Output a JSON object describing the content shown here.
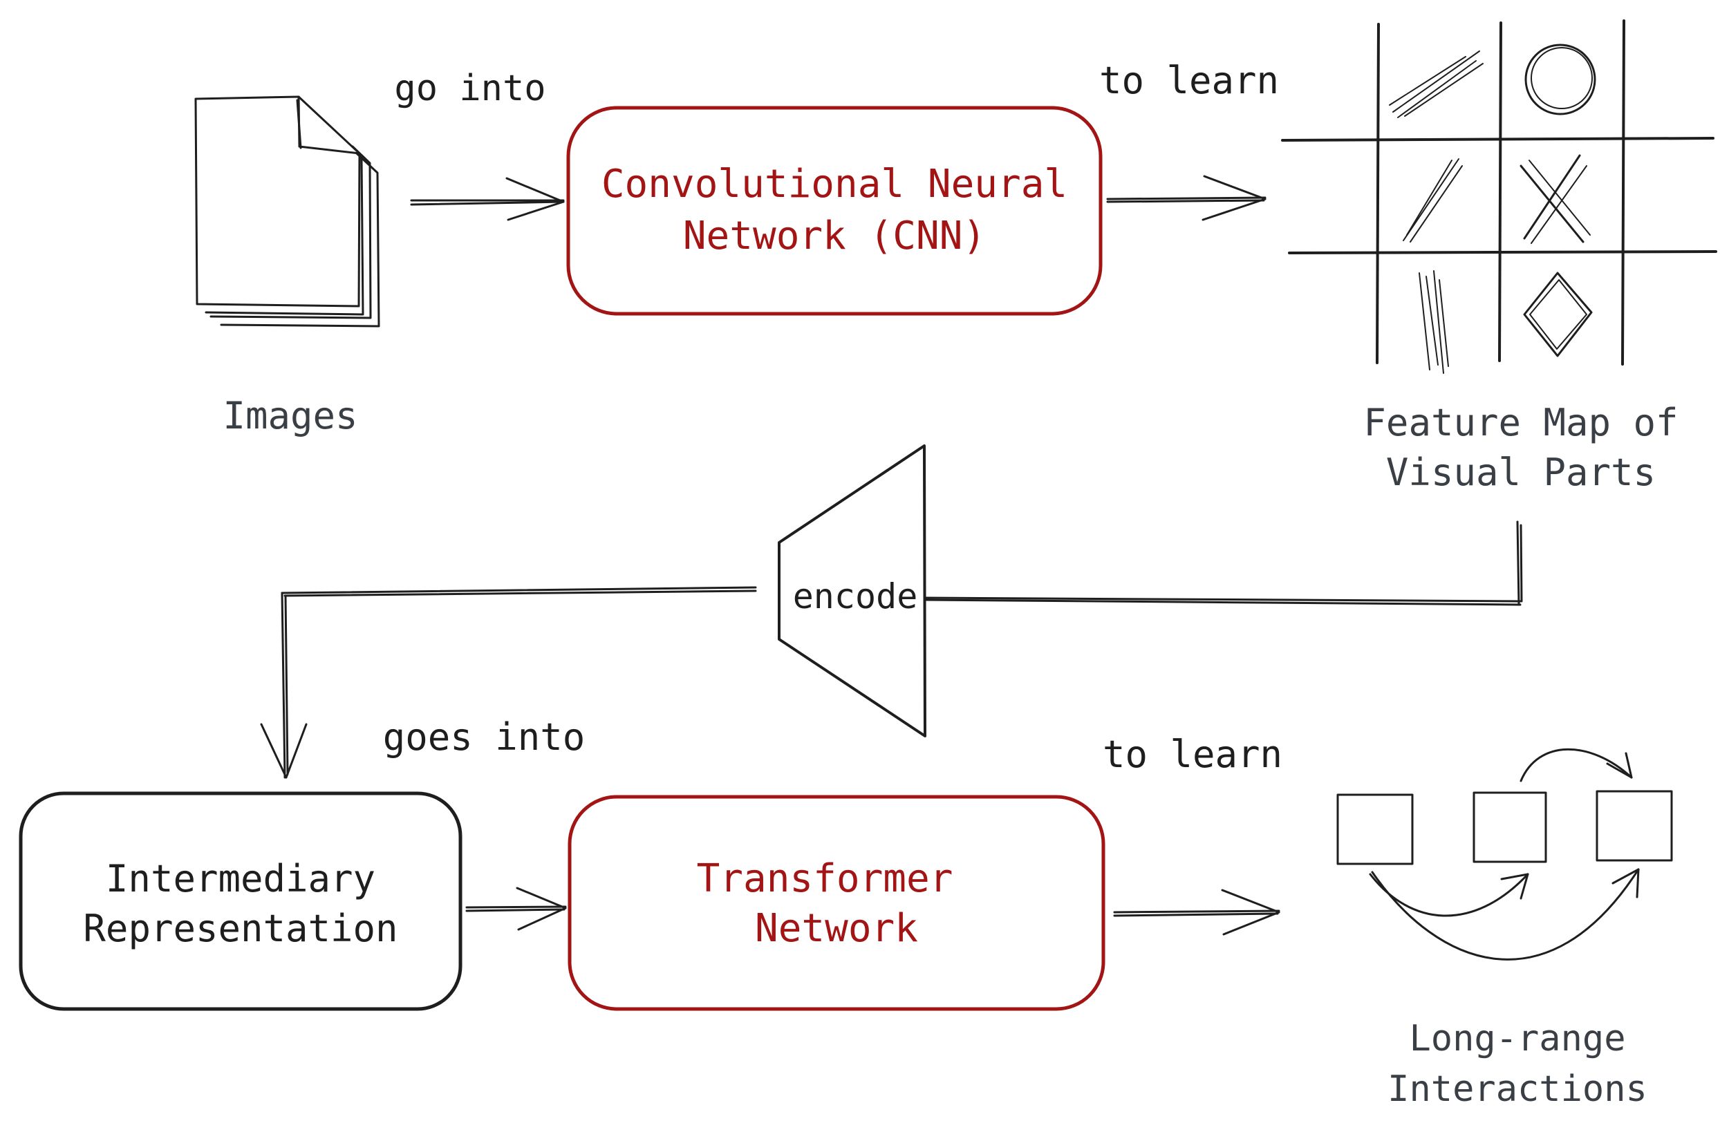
{
  "labels": {
    "go_into": "go into",
    "to_learn_top": "to learn",
    "cnn_line1": "Convolutional Neural",
    "cnn_line2": "Network (CNN)",
    "images": "Images",
    "feature_line1": "Feature Map of",
    "feature_line2": "Visual Parts",
    "encode": "encode",
    "goes_into": "goes into",
    "to_learn_bottom": "to learn",
    "inter_line1": "Intermediary",
    "inter_line2": "Representation",
    "transformer_line1": "Transformer",
    "transformer_line2": "Network",
    "long_line1": "Long-range",
    "long_line2": "Interactions"
  },
  "icons": {
    "images": "stacked-documents-icon",
    "feature_map": "feature-grid-icon",
    "encoder": "trapezoid-encoder-icon",
    "interactions": "connected-squares-icon"
  },
  "colors": {
    "ink": "#1e1e1e",
    "muted_ink": "#3a3f45",
    "accent_red": "#a31515",
    "background": "#ffffff"
  }
}
